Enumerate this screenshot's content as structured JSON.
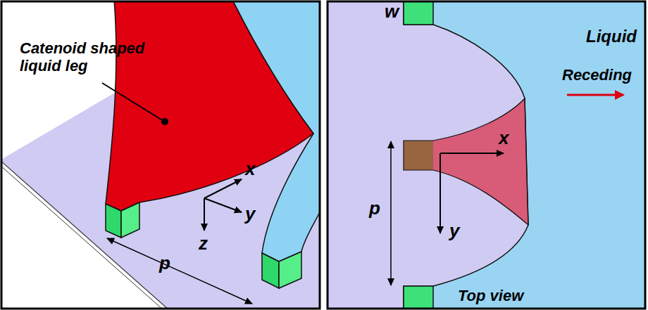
{
  "diagram": {
    "labels": [
      "Catenoid shaped liquid leg",
      "x",
      "y",
      "z",
      "p",
      "w",
      "Liquid",
      "Receding",
      "x",
      "y",
      "p",
      "Top view"
    ]
  }
}
